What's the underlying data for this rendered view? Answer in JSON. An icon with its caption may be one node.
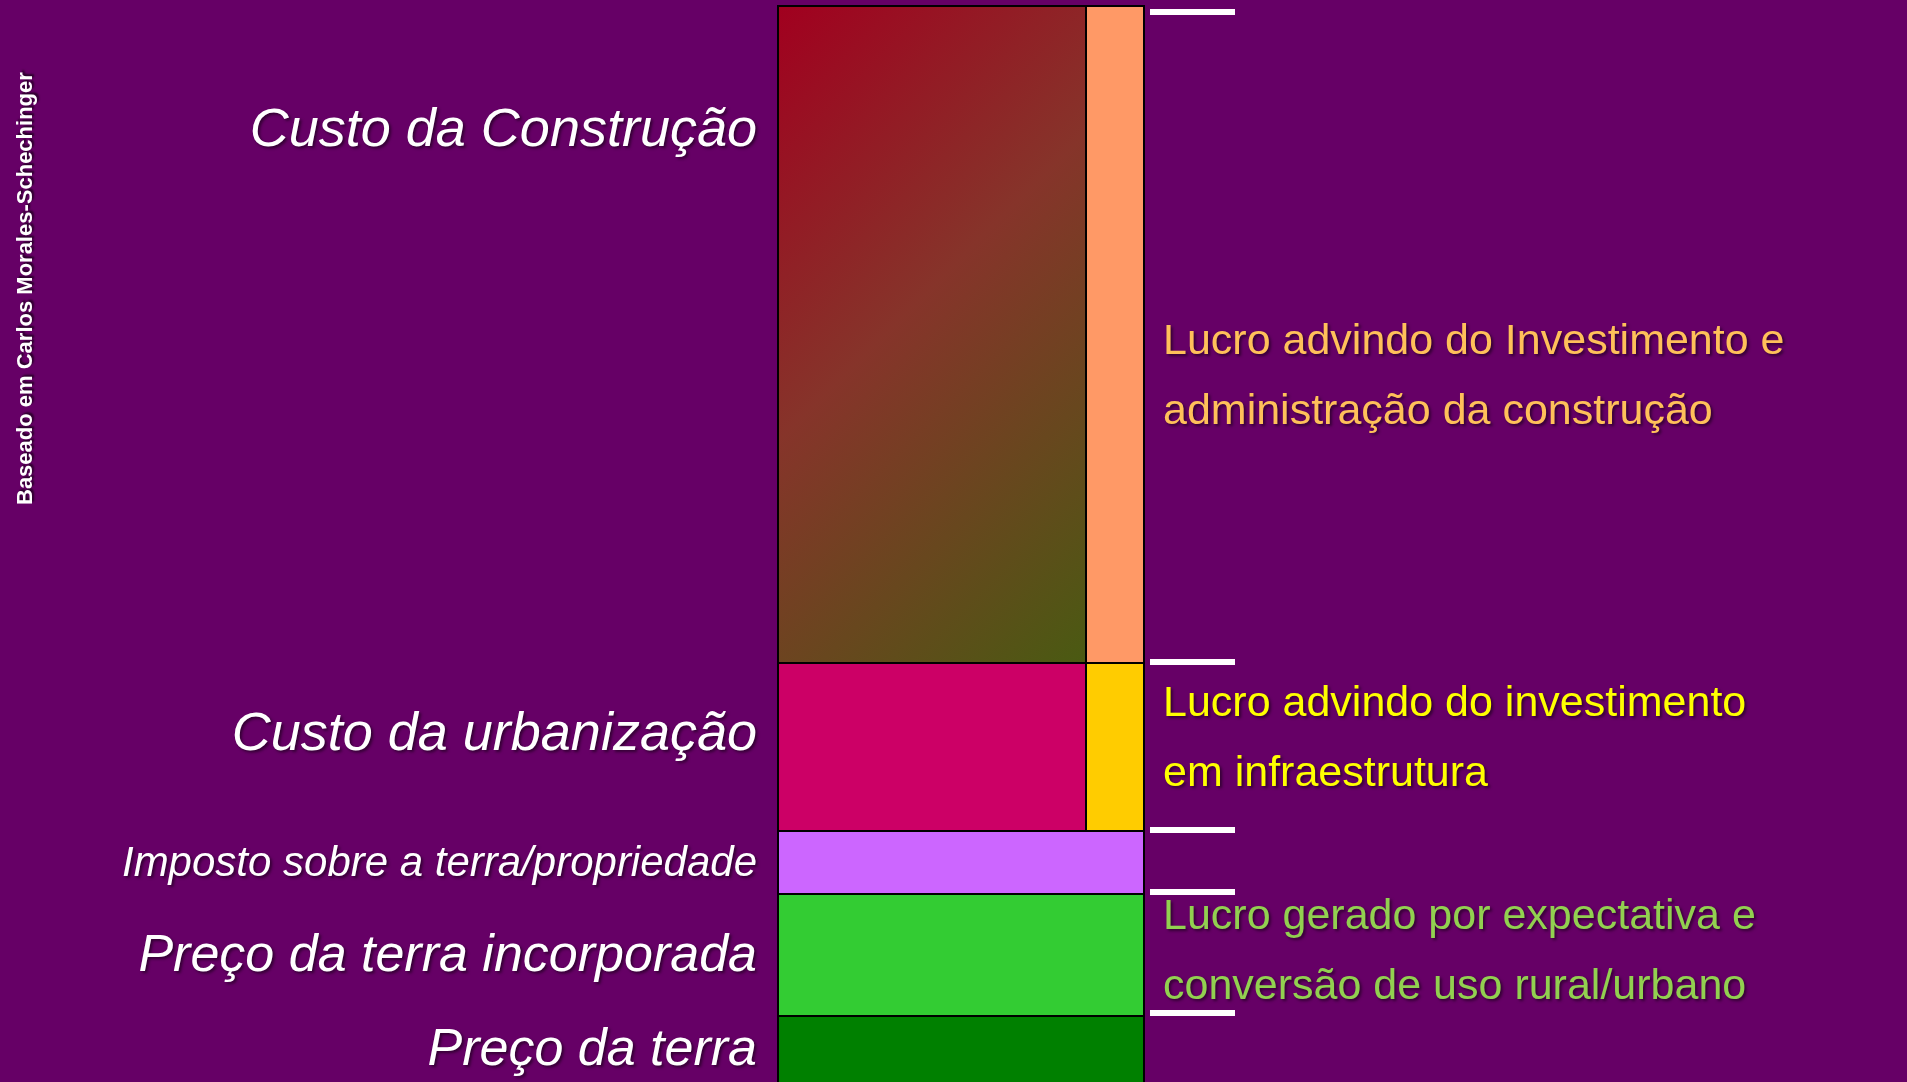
{
  "diagram": {
    "nodes": [
      {
        "text": [],
        "shape": "bar",
        "beside": [
          "Custo da Construção"
        ]
      },
      {
        "text": [],
        "shape": "bar",
        "beside": [
          "Lucro advindo do Investimento e administração da construção"
        ]
      },
      {
        "text": [],
        "shape": "bar",
        "beside": [
          "Custo da urbanização"
        ]
      },
      {
        "text": [],
        "shape": "bar",
        "beside": [
          "Lucro advindo do investimento em infraestrutura"
        ]
      },
      {
        "text": [],
        "shape": "bar",
        "beside": [
          "Imposto sobre a terra/propriedade"
        ]
      },
      {
        "text": [],
        "shape": "bar",
        "beside": [
          "Preço da terra incorporada",
          "Lucro gerado por expectativa e conversão de uso rural/urbano"
        ]
      },
      {
        "text": [],
        "shape": "bar",
        "beside": [
          "Preço da terra"
        ]
      }
    ],
    "labels": [
      "Baseado em Carlos Morales-Schechinger"
    ]
  }
}
